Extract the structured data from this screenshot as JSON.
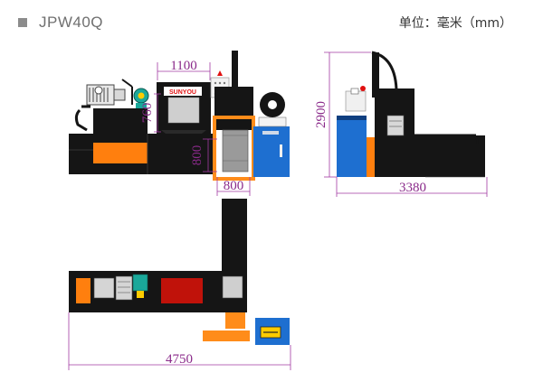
{
  "header": {
    "model": "JPW40Q",
    "unit_note": "单位：毫米（mm）"
  },
  "dimensions": {
    "front_top_width": "1100",
    "front_upper_height": "760",
    "front_lower_height": "800",
    "front_bottom_width": "800",
    "side_height": "2900",
    "side_width": "3380",
    "plan_length": "4750"
  },
  "colors": {
    "machine_body": "#151515",
    "frame_orange": "#ff8c1a",
    "chamber_orange": "#ff7f0e",
    "cabinet_blue": "#1e6fd0",
    "ram_red": "#c0120a",
    "motor_teal": "#1aa89a",
    "dimension_line": "#a23aa2",
    "warning_red": "#e01010"
  }
}
